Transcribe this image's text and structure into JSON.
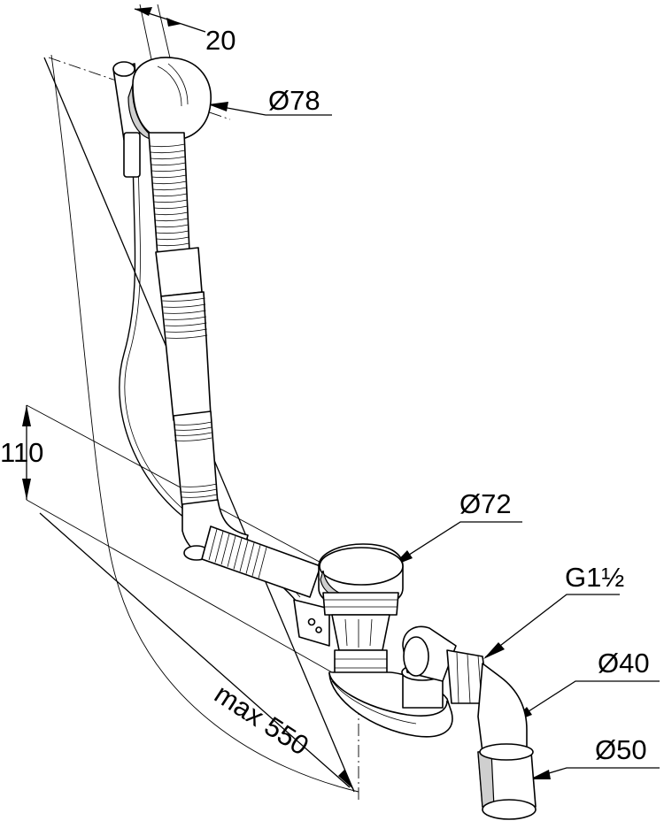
{
  "dimensions": {
    "width_top": "20",
    "diameter_overflow": "Ø78",
    "height_drain": "110",
    "diameter_drain": "Ø72",
    "thread": "G1½",
    "diameter_outlet_small": "Ø40",
    "diameter_outlet_large": "Ø50",
    "max_length": "max 550"
  }
}
